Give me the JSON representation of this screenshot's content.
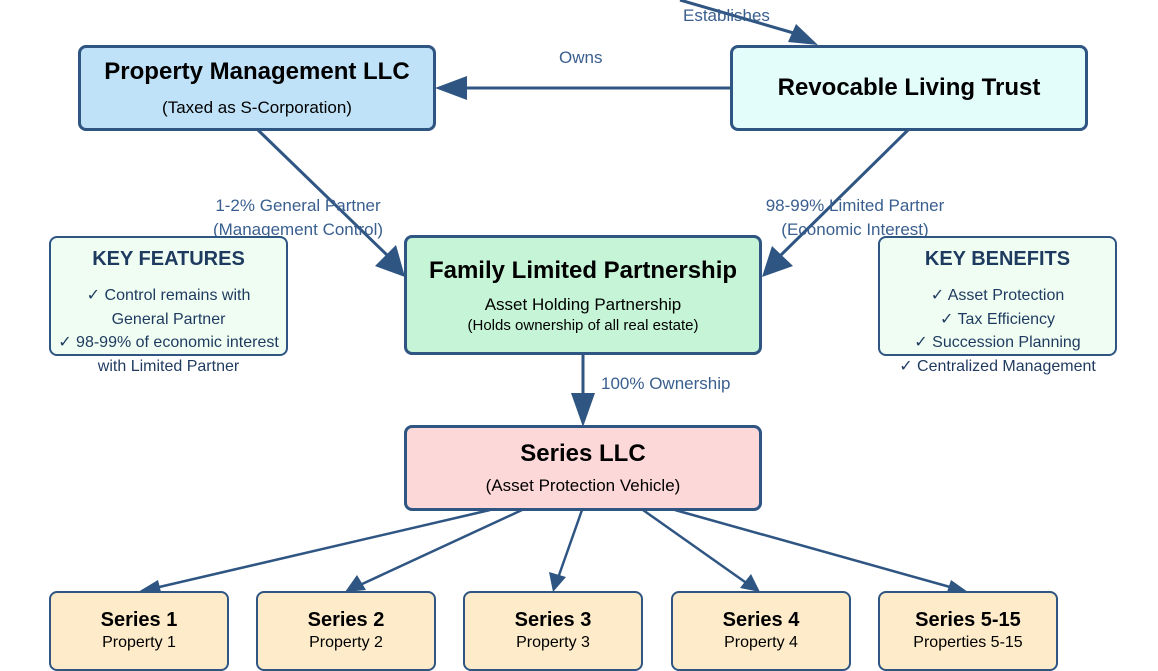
{
  "colors": {
    "edge": "#2f5583",
    "edge_label": "#3a5f8f",
    "pm_llc_fill": "#bfe2f8",
    "trust_fill": "#e3fdfb",
    "flp_fill": "#c5f4d6",
    "series_llc_fill": "#fdd8d8",
    "series_fill": "#fdebc9",
    "infobox_fill": "#effdf3"
  },
  "nodes": {
    "pm_llc": {
      "title": "Property Management LLC",
      "subtitle": "(Taxed as S-Corporation)"
    },
    "trust": {
      "title": "Revocable Living Trust"
    },
    "flp": {
      "title": "Family Limited Partnership",
      "subtitle": "Asset Holding Partnership",
      "note": "(Holds ownership of all real estate)"
    },
    "series_llc": {
      "title": "Series LLC",
      "subtitle": "(Asset Protection Vehicle)"
    },
    "series": [
      {
        "title": "Series 1",
        "subtitle": "Property 1"
      },
      {
        "title": "Series 2",
        "subtitle": "Property 2"
      },
      {
        "title": "Series 3",
        "subtitle": "Property 3"
      },
      {
        "title": "Series 4",
        "subtitle": "Property 4"
      },
      {
        "title": "Series 5-15",
        "subtitle": "Properties 5-15"
      }
    ]
  },
  "edges": {
    "establishes": "Establishes",
    "owns": "Owns",
    "gp_line1": "1-2% General Partner",
    "gp_line2": "(Management Control)",
    "lp_line1": "98-99% Limited Partner",
    "lp_line2": "(Economic Interest)",
    "ownership": "100% Ownership"
  },
  "key_features": {
    "title": "KEY FEATURES",
    "lines": [
      "✓ Control remains with",
      "General Partner",
      "✓ 98-99% of economic interest",
      "with Limited Partner"
    ]
  },
  "key_benefits": {
    "title": "KEY BENEFITS",
    "lines": [
      "✓ Asset Protection",
      "✓ Tax Efficiency",
      "✓ Succession Planning",
      "✓ Centralized Management"
    ]
  }
}
